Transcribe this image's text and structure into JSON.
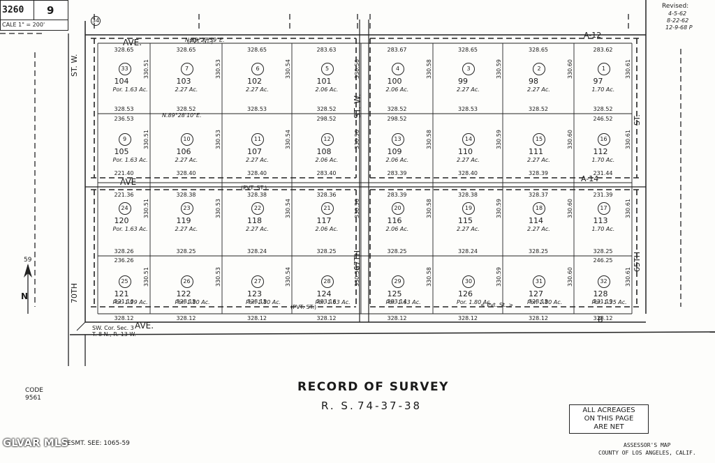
{
  "header": {
    "map_book": "3260",
    "page_no": "9",
    "scale": "CALE 1\" = 200'",
    "revised_label": "Revised:",
    "revised_dates": [
      "4-5-62",
      "8-22-62",
      "12-9-68 P"
    ],
    "corner_marker": "34"
  },
  "streets": {
    "top_ave": "AVE.",
    "top_bearing": "N.89°27'59\"E.",
    "mid_ave": "AVE",
    "bottom_ave": "AVE.",
    "left_street_a": "ST. W.",
    "left_street_b": "70TH",
    "center_street": "ST. W.",
    "center_street_num": "67TH",
    "right_street_a": "ST.",
    "right_street_b": "65TH",
    "block_a12": "A-12",
    "block_a14": "A-14",
    "block_b": "B",
    "mid_bearing": "N.89°28'10\"E.",
    "pvt_st": "(PVT. ST.)",
    "pvt_st2": "< Pvt. St. >"
  },
  "parcels": [
    {
      "circle": "33",
      "num": "104",
      "acres": "Por. 1.63 Ac."
    },
    {
      "circle": "7",
      "num": "103",
      "acres": "2.27 Ac."
    },
    {
      "circle": "6",
      "num": "102",
      "acres": "2.27 Ac."
    },
    {
      "circle": "5",
      "num": "101",
      "acres": "2.06 Ac."
    },
    {
      "circle": "4",
      "num": "100",
      "acres": "2.06 Ac."
    },
    {
      "circle": "3",
      "num": "99",
      "acres": "2.27 Ac."
    },
    {
      "circle": "2",
      "num": "98",
      "acres": "2.27 Ac."
    },
    {
      "circle": "1",
      "num": "97",
      "acres": "1.70 Ac."
    },
    {
      "circle": "9",
      "num": "105",
      "acres": "Por. 1.63 Ac."
    },
    {
      "circle": "10",
      "num": "106",
      "acres": "2.27 Ac."
    },
    {
      "circle": "11",
      "num": "107",
      "acres": "2.27 Ac."
    },
    {
      "circle": "12",
      "num": "108",
      "acres": "2.06 Ac."
    },
    {
      "circle": "13",
      "num": "109",
      "acres": "2.06 Ac."
    },
    {
      "circle": "14",
      "num": "110",
      "acres": "2.27 Ac."
    },
    {
      "circle": "15",
      "num": "111",
      "acres": "2.27 Ac."
    },
    {
      "circle": "16",
      "num": "112",
      "acres": "1.70 Ac."
    },
    {
      "circle": "24",
      "num": "120",
      "acres": "Por. 1.63 Ac."
    },
    {
      "circle": "23",
      "num": "119",
      "acres": "2.27 Ac."
    },
    {
      "circle": "22",
      "num": "118",
      "acres": "2.27 Ac."
    },
    {
      "circle": "21",
      "num": "117",
      "acres": "2.06 Ac."
    },
    {
      "circle": "20",
      "num": "116",
      "acres": "2.06 Ac."
    },
    {
      "circle": "19",
      "num": "115",
      "acres": "2.27 Ac."
    },
    {
      "circle": "18",
      "num": "114",
      "acres": "2.27 Ac."
    },
    {
      "circle": "17",
      "num": "113",
      "acres": "1.70 Ac."
    },
    {
      "circle": "25",
      "num": "121",
      "acres": "Por. 1.29 Ac."
    },
    {
      "circle": "26",
      "num": "122",
      "acres": "Por. 1.80 Ac."
    },
    {
      "circle": "27",
      "num": "123",
      "acres": "Por. 1.80 Ac."
    },
    {
      "circle": "28",
      "num": "124",
      "acres": "Por. 1.63 Ac."
    },
    {
      "circle": "29",
      "num": "125",
      "acres": "Por. 1.63 Ac."
    },
    {
      "circle": "30",
      "num": "126",
      "acres": "Por. 1.80 Ac."
    },
    {
      "circle": "31",
      "num": "127",
      "acres": "Por. 1.80 Ac."
    },
    {
      "circle": "32",
      "num": "128",
      "acres": "Por. 1.35 Ac."
    }
  ],
  "row_dims": {
    "r1_top": [
      "328.65",
      "328.65",
      "328.65",
      "283.63",
      "283.67",
      "328.65",
      "328.65",
      "283.62"
    ],
    "r1_bottom": [
      "328.53",
      "328.52",
      "328.53",
      "328.52",
      "328.52",
      "328.53",
      "328.52",
      "328.52"
    ],
    "r2_top": [
      "236.53",
      "",
      "",
      "298.52",
      "298.52",
      "",
      "",
      "246.52"
    ],
    "r2_bottom": [
      "221.40",
      "328.40",
      "328.40",
      "283.40",
      "283.39",
      "328.40",
      "328.39",
      "231.44"
    ],
    "r3_top": [
      "221.36",
      "328.38",
      "328.38",
      "328.36",
      "283.39",
      "328.38",
      "328.37",
      "231.39"
    ],
    "r3_bottom": [
      "328.26",
      "328.25",
      "328.24",
      "328.25",
      "328.25",
      "328.24",
      "328.25",
      "328.25"
    ],
    "r4_top": [
      "236.26",
      "",
      "",
      "",
      "",
      "",
      "",
      "246.25"
    ],
    "r4_bottom": [
      "221.16",
      "328.15",
      "328.15",
      "283.16",
      "283.14",
      "",
      "328.15",
      "231.19"
    ],
    "street_bottom": [
      "328.12",
      "328.12",
      "328.12",
      "328.12",
      "328.12",
      "328.12",
      "328.12",
      "328.12"
    ]
  },
  "col_dims": [
    "330.51",
    "330.53",
    "330.54",
    "330.56",
    "330.58",
    "330.59",
    "330.60",
    "330.61"
  ],
  "misc": {
    "sw_corner": "SW. Cor. Sec. 3",
    "township": "T. 8 N., R. 13 W.",
    "north_label": "N",
    "north_num": "59",
    "code_label": "CODE",
    "code_value": "9561",
    "easement": "ESMT. SEE: 1065-59",
    "watermark": "GLVAR MLS"
  },
  "footer": {
    "title": "RECORD OF SURVEY",
    "rs_label": "R. S.",
    "rs_number": "74-37-38",
    "note_lines": [
      "ALL ACREAGES",
      "ON THIS PAGE",
      "ARE NET"
    ],
    "assessor_line1": "ASSESSOR'S MAP",
    "assessor_line2": "COUNTY OF LOS ANGELES, CALIF."
  }
}
